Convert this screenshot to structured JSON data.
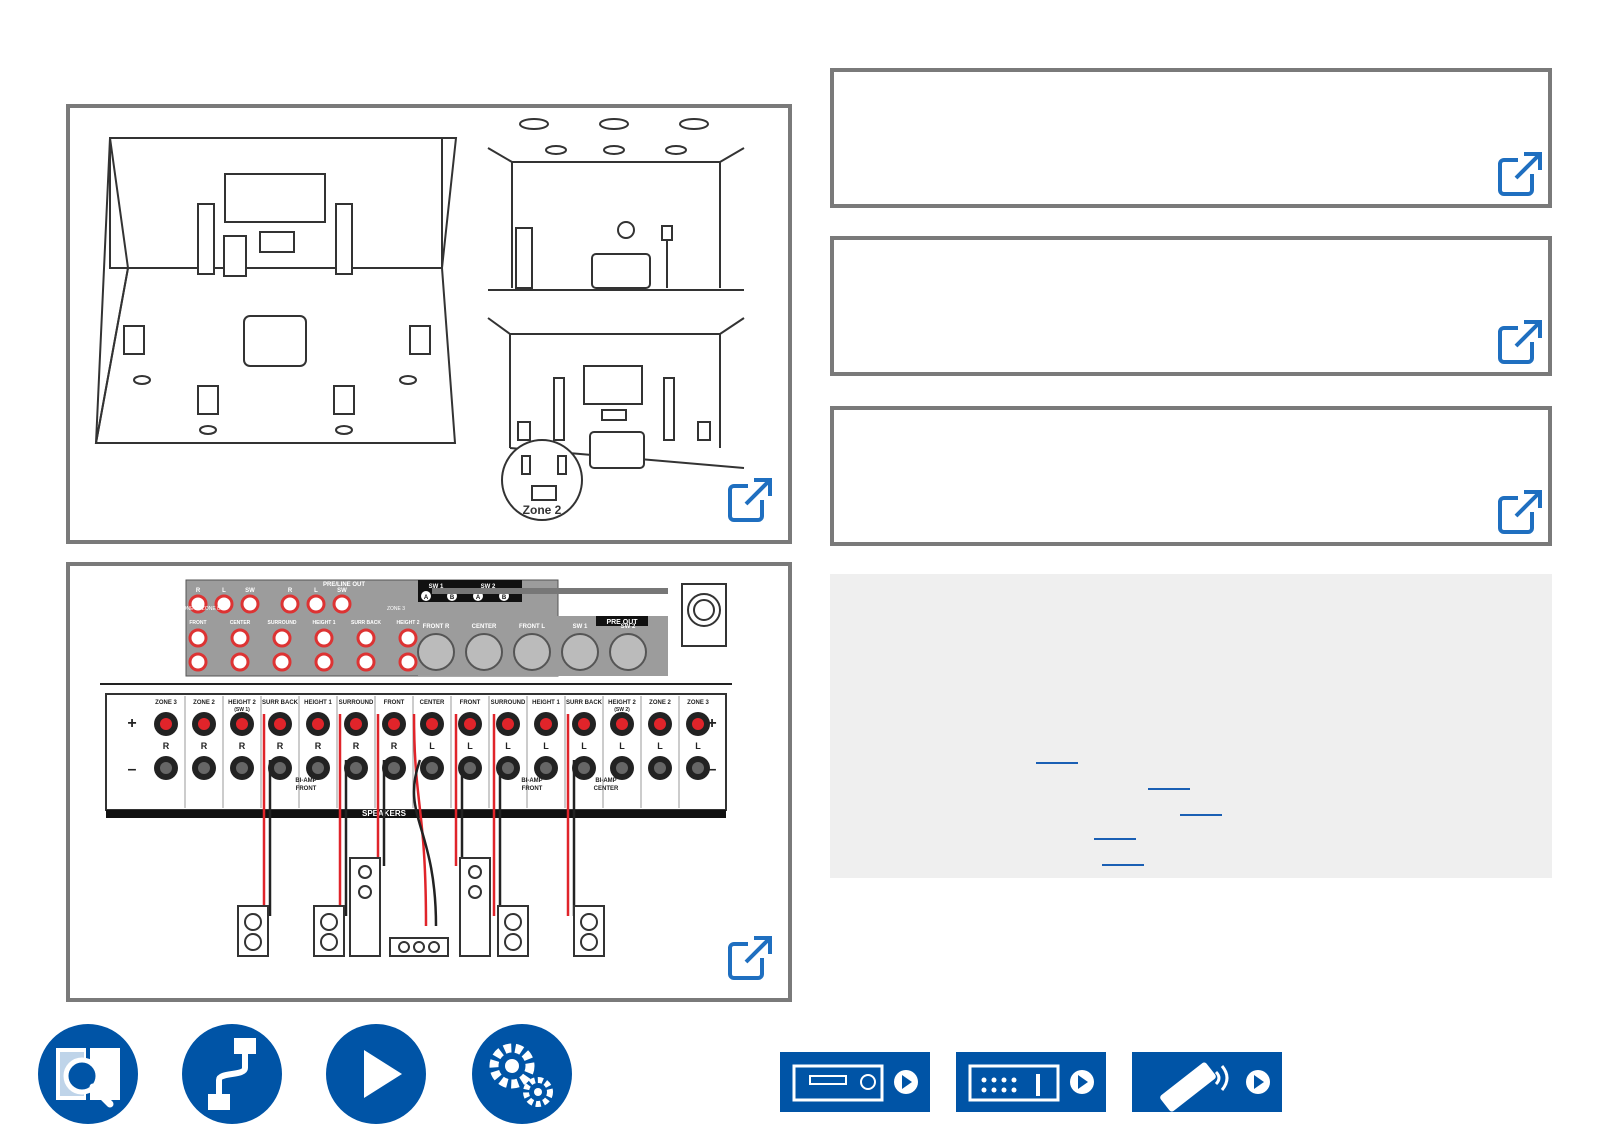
{
  "diagrams": {
    "zone_label": "Zone 2",
    "terminal_labels_top_left": [
      "ZONE 3",
      "ZONE 2",
      "HEIGHT 2",
      "SURR BACK",
      "HEIGHT 1",
      "SURROUND",
      "FRONT",
      "CENTER"
    ],
    "terminal_labels_top_right": [
      "FRONT",
      "SURROUND",
      "HEIGHT 1",
      "SURR BACK",
      "HEIGHT 2",
      "ZONE 2",
      "ZONE 3"
    ],
    "sw_sub_labels": [
      "(SW 1)",
      "(SW 2)"
    ],
    "channel_R": "R",
    "channel_L": "L",
    "plus": "+",
    "minus": "–",
    "speakers_label": "SPEAKERS",
    "biamp_front_label": "BI-AMP",
    "biamp_front_sub": "FRONT",
    "biamp_center_sub": "CENTER",
    "preout_label": "PRE OUT",
    "preout_top_label": "PRE/LINE OUT",
    "xlr_labels": [
      "FRONT R",
      "CENTER",
      "FRONT L",
      "SW 1",
      "SW 2"
    ],
    "rca_top_labels": [
      "R",
      "L",
      "SW",
      "R",
      "L",
      "SW"
    ],
    "rca_bottom_labels": [
      "FRONT",
      "CENTER",
      "SURROUND",
      "HEIGHT 1",
      "SURR BACK",
      "HEIGHT 2"
    ],
    "sw_header_labels": [
      "SW 1",
      "SW 2"
    ],
    "sw_marks": [
      "A",
      "B",
      "A",
      "B"
    ],
    "zone_out_label": "ZONE 2 / ZONE B",
    "zone3_label": "ZONE 3"
  },
  "colors": {
    "accent": "#0054a6",
    "panel_border": "#7a7a7a",
    "note_bg": "#efefef",
    "cable_red": "#e0242a"
  },
  "icons": {
    "open": "external-link-icon",
    "nav": [
      "manual-search-icon",
      "connection-cable-icon",
      "playback-icon",
      "settings-gear-icon"
    ],
    "models": [
      "receiver-front-icon",
      "receiver-rear-icon",
      "remote-control-icon"
    ]
  }
}
